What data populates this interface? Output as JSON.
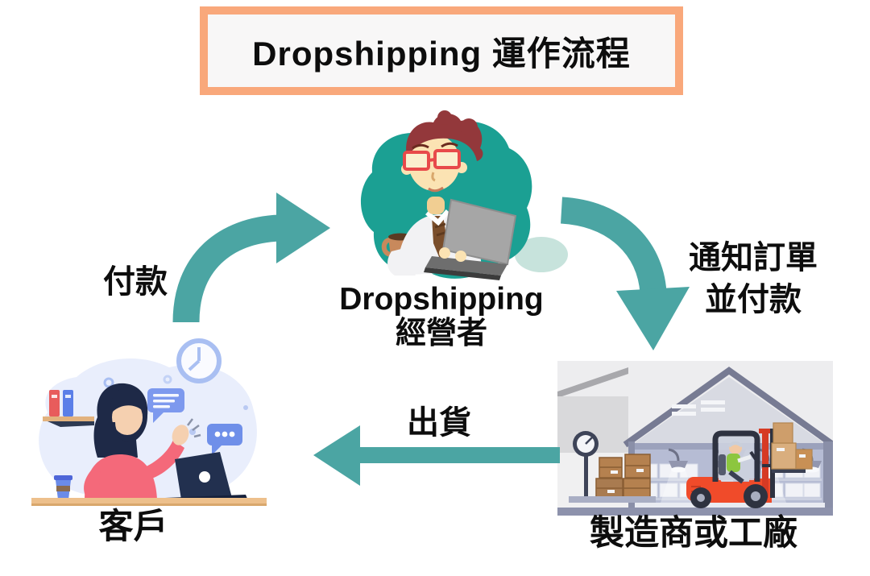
{
  "title": {
    "text": "Dropshipping 運作流程"
  },
  "nodes": {
    "operator": {
      "label_line1": "Dropshipping",
      "label_line2": "經營者"
    },
    "customer": {
      "label": "客戶"
    },
    "factory": {
      "label": "製造商或工廠"
    }
  },
  "arrows": {
    "payment": {
      "label": "付款"
    },
    "notify": {
      "label_line1": "通知訂單",
      "label_line2": "並付款"
    },
    "ship": {
      "label": "出貨"
    }
  },
  "colors": {
    "title_border": "#F9A87B",
    "title_bg": "#F8F7F7",
    "arrow_teal": "#4BA5A3",
    "operator_blob_teal": "#1BA093",
    "customer_blob_blue": "#E9EEFC",
    "customer_sweater_pink": "#F4697A",
    "forklift_red": "#F04B2A",
    "text_black": "#0D0D0D"
  }
}
